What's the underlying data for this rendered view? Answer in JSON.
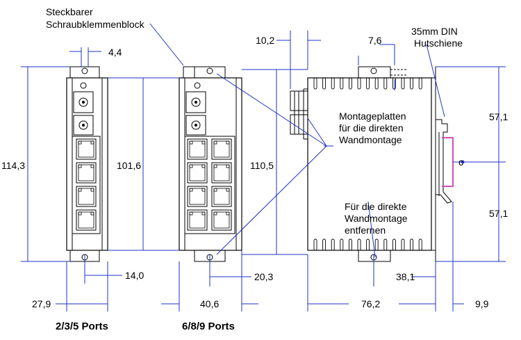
{
  "labels": {
    "plug_block_line1": "Steckbarer",
    "plug_block_line2": "Schraubklemmenblock",
    "din_line1": "35mm DIN",
    "din_line2": "Hutschiene",
    "mount_line1": "Montageplatten",
    "mount_line2": "für die direkten",
    "mount_line3": "Wandmontage",
    "remove_line1": "Für die direkte",
    "remove_line2": "Wandmontage",
    "remove_line3": "entfernen"
  },
  "dimensions": {
    "d4_4": "4,4",
    "d10_2": "10,2",
    "d7_6": "7,6",
    "d114_3": "114,3",
    "d101_6": "101,6",
    "d110_5": "110,5",
    "d57_1_top": "57,1",
    "d57_1_bottom": "57,1",
    "center_mark": "c",
    "d14_0": "14,0",
    "d20_3": "20,3",
    "d38_1": "38,1",
    "d27_9": "27,9",
    "d40_6": "40,6",
    "d76_2": "76,2",
    "d9_9": "9,9"
  },
  "captions": {
    "small_ports": "2/3/5 Ports",
    "large_ports": "6/8/9 Ports"
  },
  "colors": {
    "dimension_lines": "#1e32c8",
    "outline": "#000000",
    "din_rail_highlight": "#d050c0"
  }
}
